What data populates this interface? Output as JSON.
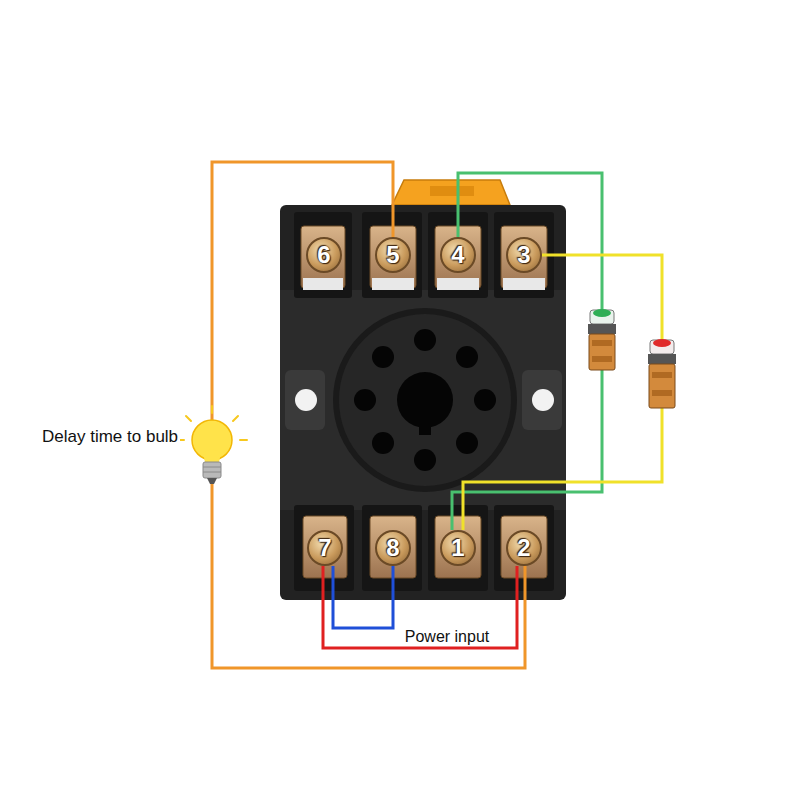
{
  "diagram": {
    "nodes": [
      {
        "text": [
          "6"
        ]
      },
      {
        "text": [
          "5"
        ]
      },
      {
        "text": [
          "4"
        ]
      },
      {
        "text": [
          "3"
        ]
      },
      {
        "text": [
          "7"
        ]
      },
      {
        "text": [
          "8"
        ]
      },
      {
        "text": [
          "1"
        ]
      },
      {
        "text": [
          "2"
        ]
      }
    ],
    "edges": [
      {
        "from": 1,
        "to": 7,
        "arrow": "none"
      },
      {
        "from": 2,
        "to": 6,
        "arrow": "none"
      },
      {
        "from": 3,
        "to": 6,
        "arrow": "none"
      },
      {
        "from": 4,
        "to": 5,
        "arrow": "none"
      },
      {
        "from": 4,
        "to": 7,
        "arrow": "none"
      }
    ],
    "labels": [
      "Delay time to bulb",
      "Power input"
    ]
  }
}
